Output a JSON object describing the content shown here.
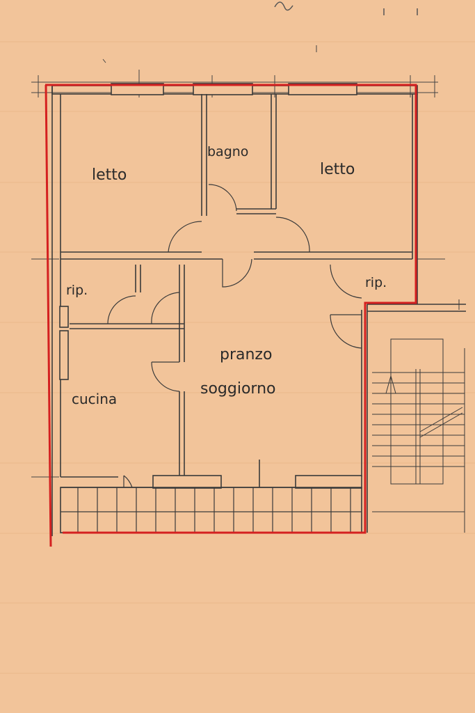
{
  "rooms": {
    "bedroom_left": "letto",
    "bathroom": "bagno",
    "bedroom_right": "letto",
    "storage_left": "rip.",
    "storage_right": "rip.",
    "living_line1": "pranzo",
    "living_line2": "soggiorno",
    "kitchen": "cucina"
  },
  "colors": {
    "paper": "#f2c49a",
    "wall": "#3a3a3a",
    "outline": "#d42020"
  }
}
